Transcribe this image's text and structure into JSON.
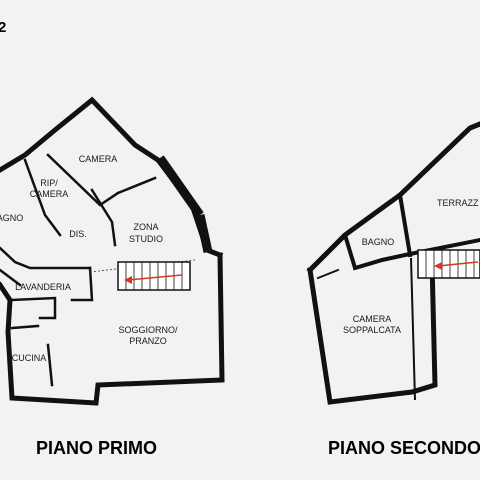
{
  "plan_code": "2",
  "floors": [
    {
      "title": "PIANO PRIMO",
      "rooms": [
        {
          "label": "CAMERA"
        },
        {
          "label": "RIP/"
        },
        {
          "label": "CAMERA"
        },
        {
          "label": "AGNO"
        },
        {
          "label": "DIS."
        },
        {
          "label": "ZONA"
        },
        {
          "label": "STUDIO"
        },
        {
          "label": "LAVANDERIA"
        },
        {
          "label": "SOGGIORNO/"
        },
        {
          "label": "PRANZO"
        },
        {
          "label": "CUCINA"
        }
      ]
    },
    {
      "title": "PIANO SECONDO",
      "rooms": [
        {
          "label": "TERRAZZ"
        },
        {
          "label": "BAGNO"
        },
        {
          "label": "CAMERA"
        },
        {
          "label": "SOPPALCATA"
        }
      ]
    }
  ],
  "colors": {
    "background": "#f2f2f2",
    "walls": "#111111",
    "stair_arrow": "#d23a1e"
  }
}
